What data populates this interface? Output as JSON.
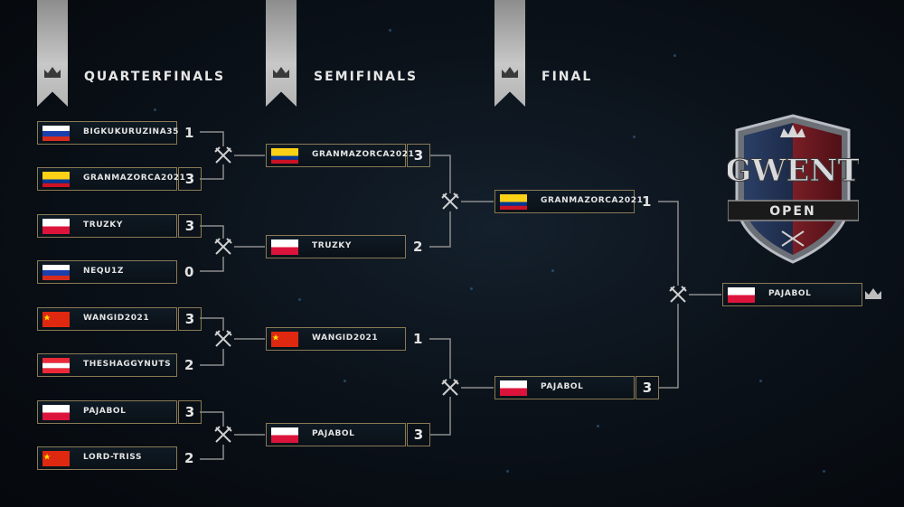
{
  "rounds": {
    "quarterfinals": "QUARTERFINALS",
    "semifinals": "SEMIFINALS",
    "final": "FINAL"
  },
  "quarterfinals": [
    {
      "name": "BIGKUKURUZINA35",
      "flag": "ru",
      "score": "1",
      "winner": false
    },
    {
      "name": "GRANMAZORCA2021",
      "flag": "co",
      "score": "3",
      "winner": true
    },
    {
      "name": "TRUZKY",
      "flag": "pl",
      "score": "3",
      "winner": true
    },
    {
      "name": "NEQU1Z",
      "flag": "ru",
      "score": "0",
      "winner": false
    },
    {
      "name": "WANGID2021",
      "flag": "cn",
      "score": "3",
      "winner": true
    },
    {
      "name": "THESHAGGYNUTS",
      "flag": "at",
      "score": "2",
      "winner": false
    },
    {
      "name": "PAJABOL",
      "flag": "pl",
      "score": "3",
      "winner": true
    },
    {
      "name": "LORD-TRISS",
      "flag": "cn",
      "score": "2",
      "winner": false
    }
  ],
  "semifinals": [
    {
      "name": "GRANMAZORCA2021",
      "flag": "co",
      "score": "3",
      "winner": true
    },
    {
      "name": "TRUZKY",
      "flag": "pl",
      "score": "2",
      "winner": false
    },
    {
      "name": "WANGID2021",
      "flag": "cn",
      "score": "1",
      "winner": false
    },
    {
      "name": "PAJABOL",
      "flag": "pl",
      "score": "3",
      "winner": true
    }
  ],
  "final": [
    {
      "name": "GRANMAZORCA2021",
      "flag": "co",
      "score": "1",
      "winner": false
    },
    {
      "name": "PAJABOL",
      "flag": "pl",
      "score": "3",
      "winner": true
    }
  ],
  "champion": {
    "name": "PAJABOL",
    "flag": "pl"
  },
  "logo": {
    "title": "GWENT",
    "subtitle": "OPEN"
  },
  "colors": {
    "accent_gold": "#8a7a55",
    "banner_silver": "#c8c8c8"
  }
}
